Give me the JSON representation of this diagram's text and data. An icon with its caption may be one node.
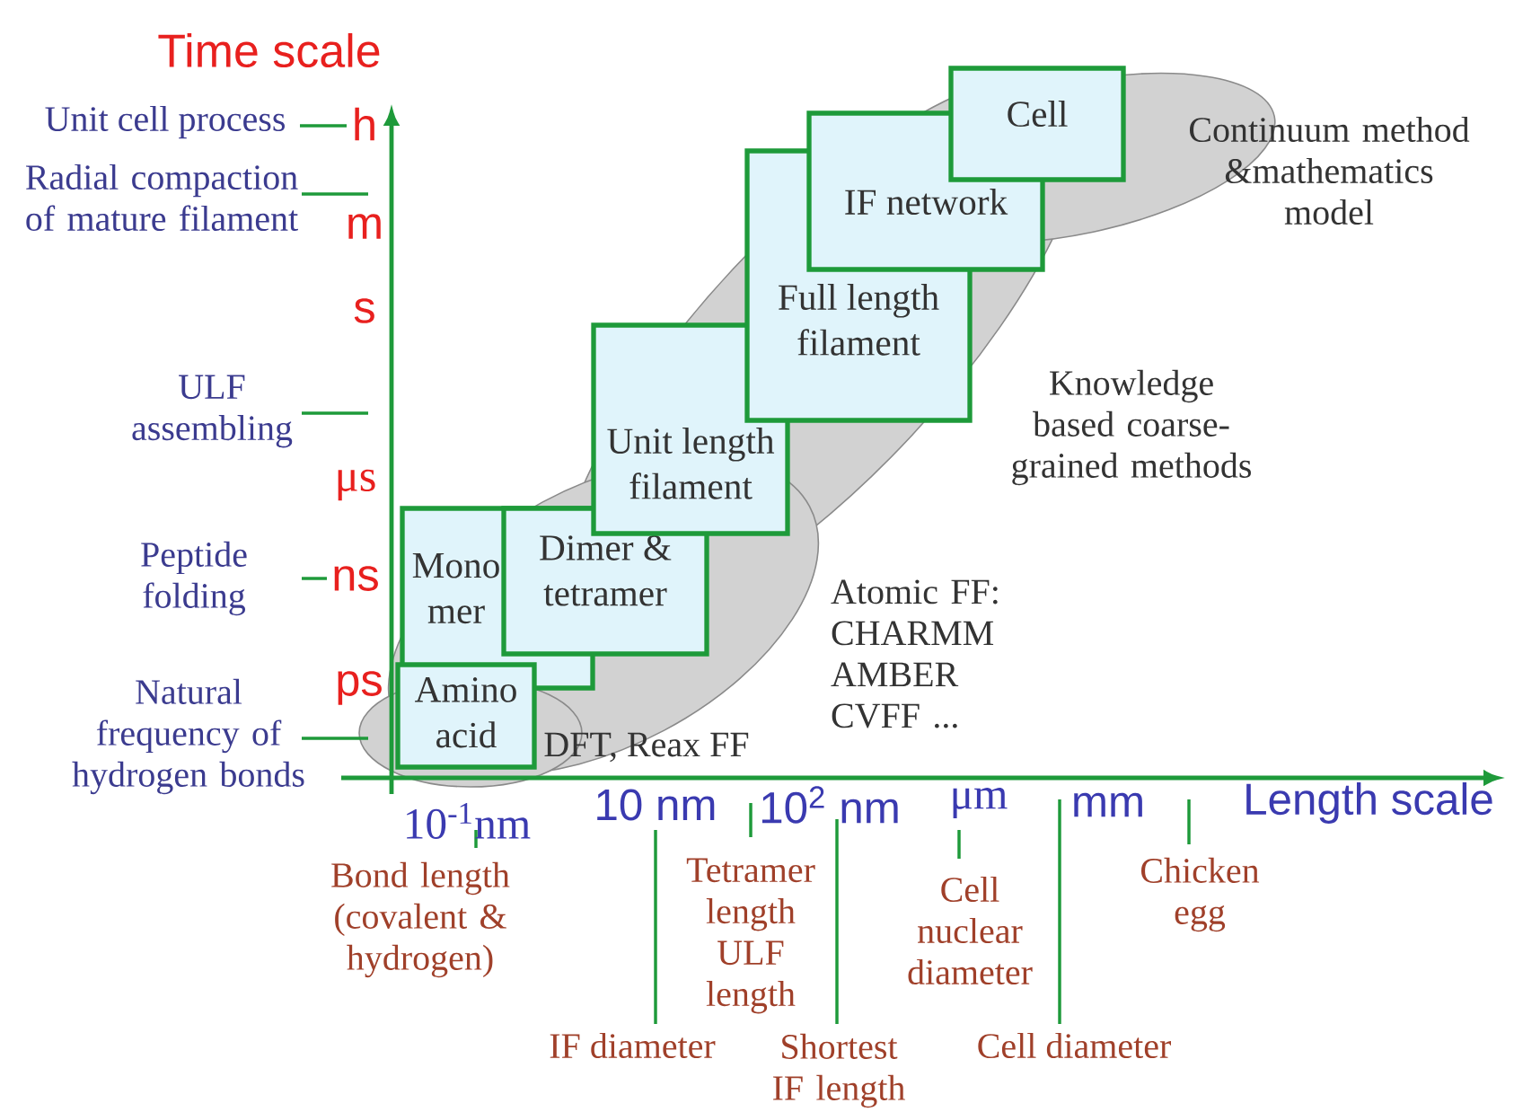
{
  "diagram": {
    "nodes": [
      {
        "text": [
          "Amino acid"
        ]
      },
      {
        "text": [
          "Mono mer"
        ]
      },
      {
        "text": [
          "Dimer & tetramer"
        ]
      },
      {
        "text": [
          "Unit length filament"
        ]
      },
      {
        "text": [
          "Full length filament"
        ]
      },
      {
        "text": [
          "IF network"
        ]
      },
      {
        "text": [
          "Cell"
        ]
      }
    ],
    "labels": [
      "Time scale",
      "Unit cell process",
      "h",
      "Radial compaction of mature filament",
      "m",
      "s",
      "ULF assembling",
      "μs",
      "Peptide folding",
      "ns",
      "ps",
      "Natural frequency of hydrogen bonds",
      "Continuum method &mathematics model",
      "Knowledge based coarse-grained methods",
      "Atomic FF: CHARMM AMBER CVFF ...",
      "DFT, Reax FF",
      "10$^{-1}$nm",
      "10 nm",
      "10$^{2}$ nm",
      "μm",
      "mm",
      "Length scale",
      "Bond length (covalent & hydrogen)",
      "Tetramer length ULF length",
      "Cell nuclear diameter",
      "Chicken egg",
      "IF diameter",
      "Shortest IF length",
      "Cell diameter"
    ]
  }
}
